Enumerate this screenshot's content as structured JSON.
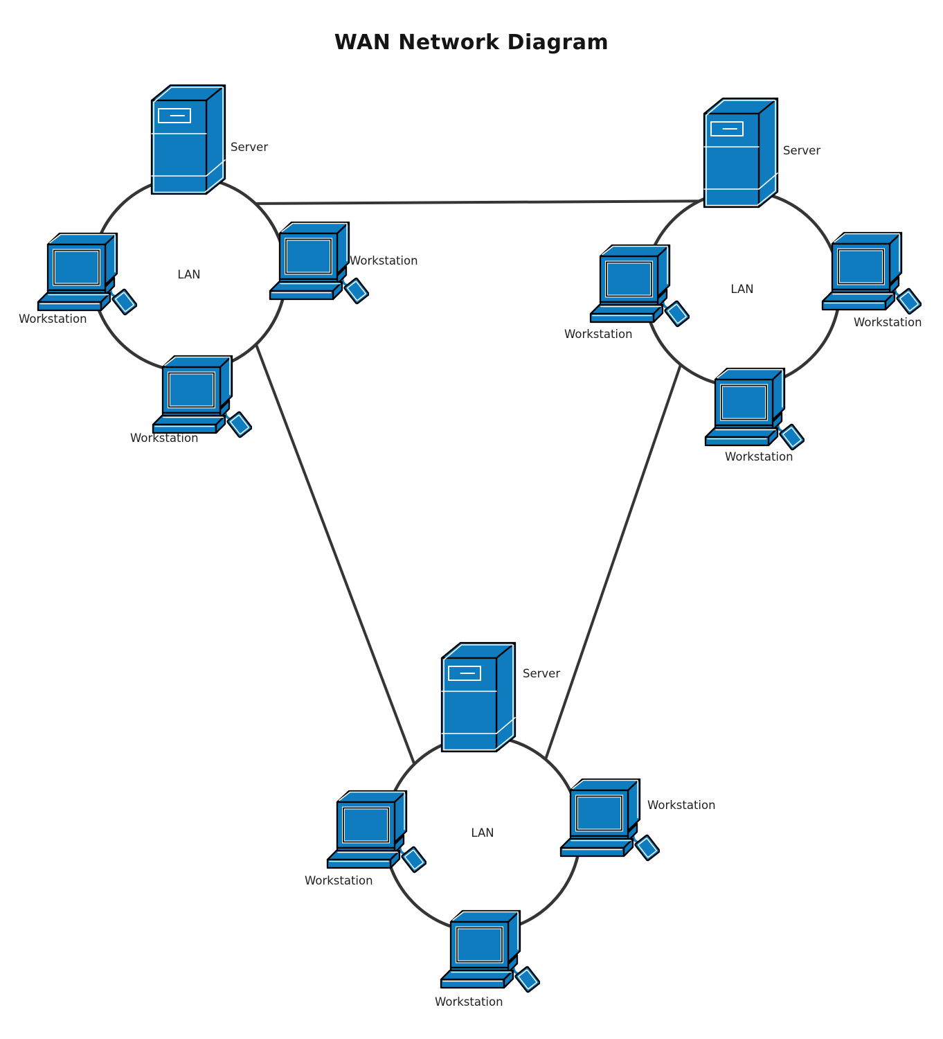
{
  "title": "WAN Network Diagram",
  "colors": {
    "node_fill": "#0E7CBE",
    "outline": "#000000",
    "inner_stroke": "#FFFFFF",
    "connector": "#353535",
    "text": "#1F1F1F",
    "background": "#FFFFFF"
  },
  "icons": {
    "server": "server-tower-3d-icon",
    "workstation": "desktop-computer-3d-icon"
  },
  "lans": [
    {
      "name": "top-left",
      "label": "LAN",
      "server": {
        "label": "Server"
      },
      "workstations": [
        {
          "position": "right",
          "label": "Workstation"
        },
        {
          "position": "left",
          "label": "Workstation"
        },
        {
          "position": "bottom",
          "label": "Workstation"
        }
      ]
    },
    {
      "name": "top-right",
      "label": "LAN",
      "server": {
        "label": "Server"
      },
      "workstations": [
        {
          "position": "left",
          "label": "Workstation"
        },
        {
          "position": "right",
          "label": "Workstation"
        },
        {
          "position": "bottom",
          "label": "Workstation"
        }
      ]
    },
    {
      "name": "bottom",
      "label": "LAN",
      "server": {
        "label": "Server"
      },
      "workstations": [
        {
          "position": "left",
          "label": "Workstation"
        },
        {
          "position": "right",
          "label": "Workstation"
        },
        {
          "position": "bottom",
          "label": "Workstation"
        }
      ]
    }
  ],
  "connections": [
    {
      "from": "top-left",
      "to": "top-right"
    },
    {
      "from": "top-left",
      "to": "bottom"
    },
    {
      "from": "top-right",
      "to": "bottom"
    }
  ]
}
